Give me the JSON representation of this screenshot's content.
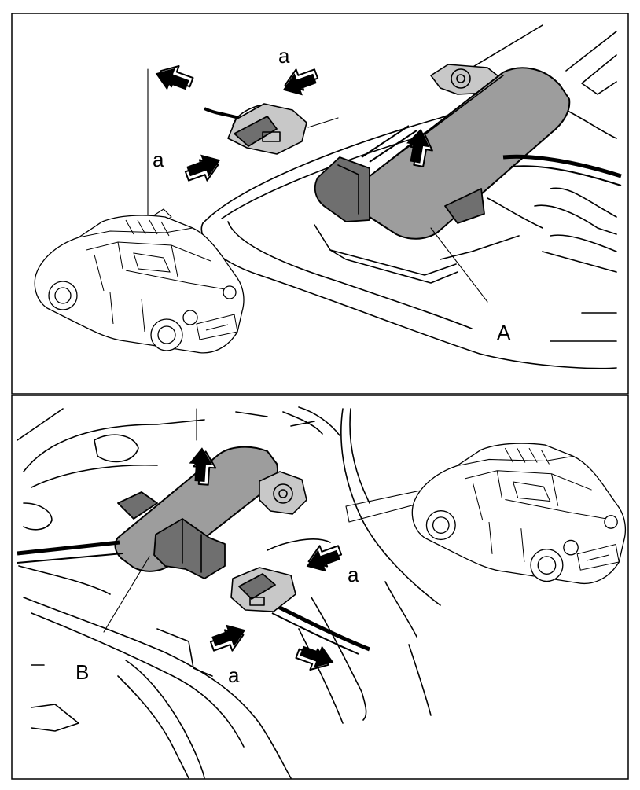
{
  "panels": [
    {
      "id": "top",
      "labels": {
        "component": "A",
        "connector_top": "a",
        "connector_left": "a"
      }
    },
    {
      "id": "bottom",
      "labels": {
        "component": "B",
        "connector_right": "a",
        "connector_bottom": "a"
      }
    }
  ],
  "colors": {
    "component_fill": "#9d9d9d",
    "arrow": "#000000",
    "frame": "#000000",
    "background": "#ffffff"
  },
  "icons": [
    "pull-out-arrow",
    "press-tab-arrow",
    "lift-arrow",
    "car-illustration"
  ]
}
